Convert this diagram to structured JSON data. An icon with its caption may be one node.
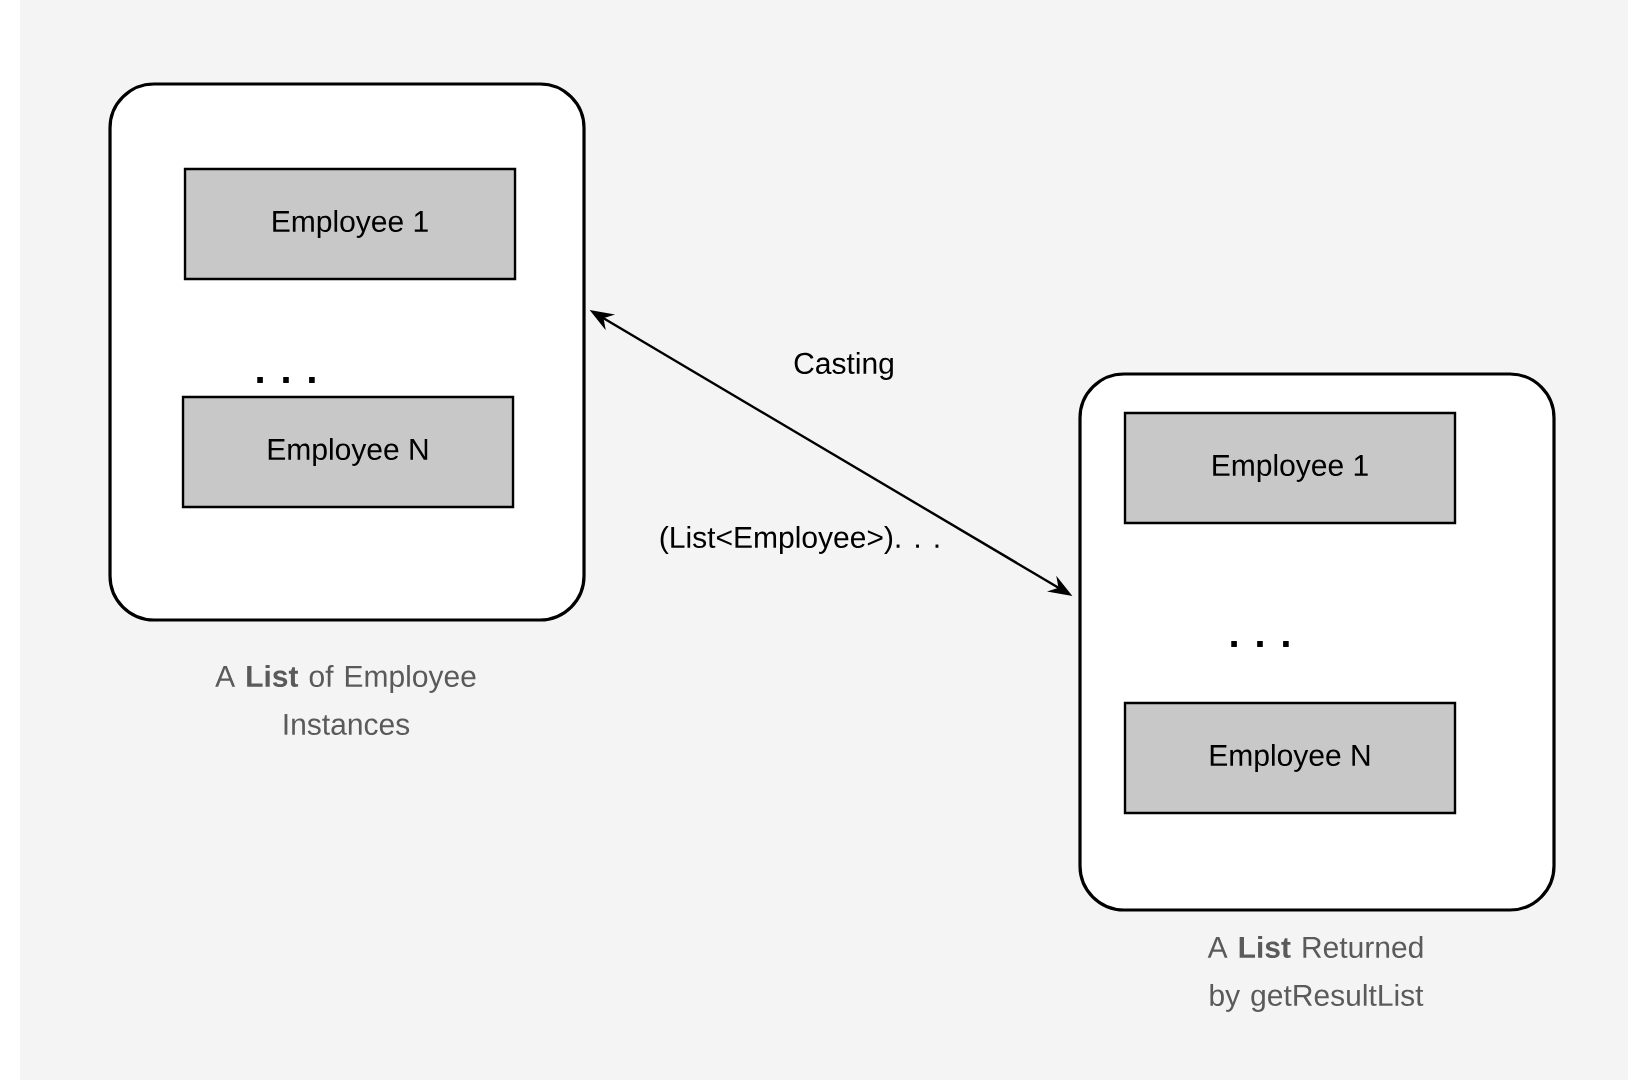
{
  "diagram": {
    "nodes": [
      {
        "text": [
          ". . ."
        ],
        "beside": [
          "A **List** of Employee Instances"
        ]
      },
      {
        "text": [
          "Employee 1"
        ],
        "in": 0
      },
      {
        "text": [
          "Employee N"
        ],
        "in": 0
      },
      {
        "text": [
          ". . ."
        ],
        "beside": [
          "A **List** Returned by getResultList"
        ]
      },
      {
        "text": [
          "Employee 1"
        ],
        "in": 3
      },
      {
        "text": [
          "Employee N"
        ],
        "in": 3
      }
    ],
    "edges": [
      {
        "from": 0,
        "to": 3,
        "arrow": "both",
        "label": "Casting"
      }
    ],
    "labels": [
      "(List<Employee>). . ."
    ]
  }
}
